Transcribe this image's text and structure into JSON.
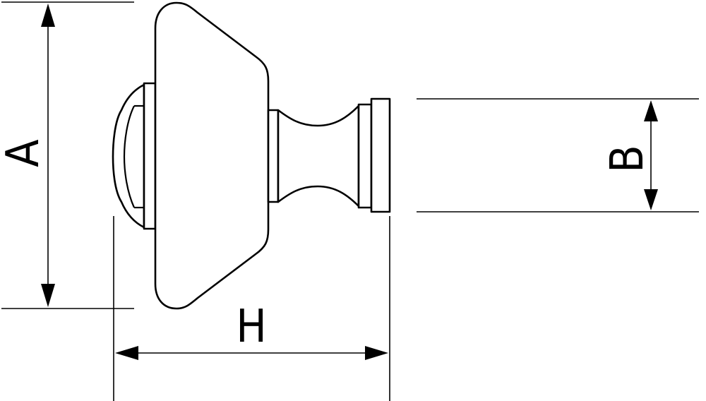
{
  "dimensions": {
    "height_label": "A",
    "neck_label": "B",
    "length_label": "H"
  }
}
